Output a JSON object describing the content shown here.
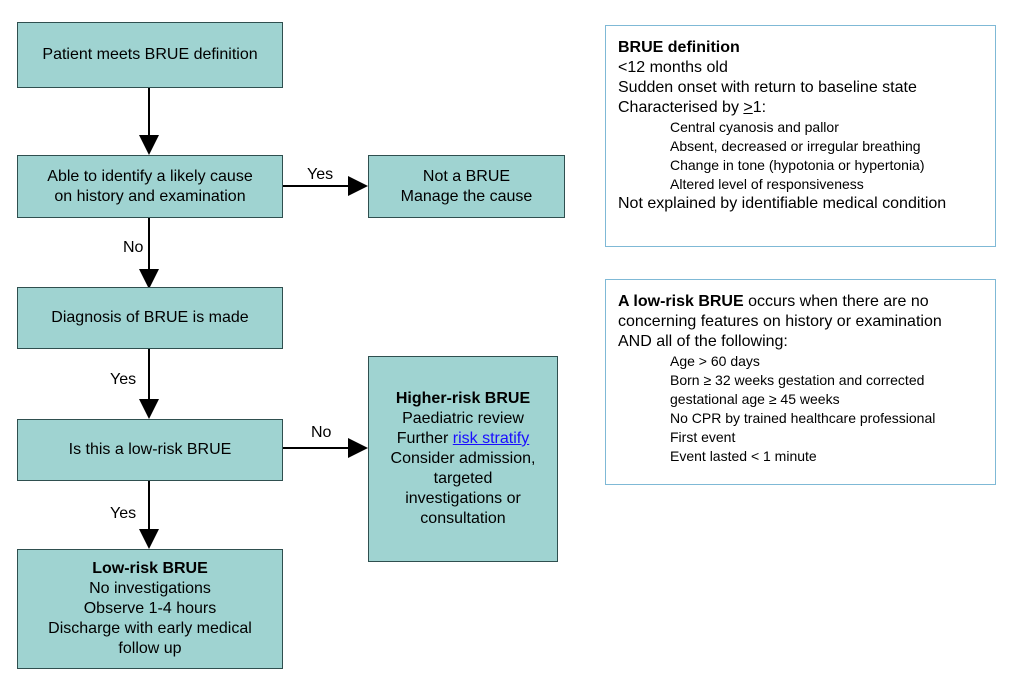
{
  "flow": {
    "start": "Patient meets BRUE definition",
    "identify": [
      "Able to identify a likely cause",
      "on history and examination"
    ],
    "not_brue": [
      "Not a BRUE",
      "Manage the cause"
    ],
    "diagnosis": "Diagnosis of BRUE is made",
    "low_risk_q": "Is this a low-risk BRUE",
    "higher_risk": {
      "title": "Higher-risk BRUE",
      "line1": "Paediatric review",
      "line2_prefix": "Further ",
      "line2_link": "risk stratify",
      "line3": "Consider admission,",
      "line4": "targeted",
      "line5": "investigations or",
      "line6": "consultation"
    },
    "low_risk": {
      "title": "Low-risk BRUE",
      "lines": [
        "No investigations",
        "Observe 1-4 hours",
        "Discharge with early medical",
        "follow up"
      ]
    },
    "labels": {
      "yes1": "Yes",
      "no1": "No",
      "yes2": "Yes",
      "no2": "No",
      "yes3": "Yes"
    }
  },
  "definition": {
    "title": "BRUE definition",
    "line1": "<12 months old",
    "line2": "Sudden onset with return to baseline state",
    "line3_prefix": "Characterised by ",
    "line3_ge": ">",
    "line3_suffix": "1:",
    "items": [
      "Central cyanosis and pallor",
      "Absent, decreased or irregular breathing",
      "Change in tone (hypotonia or hypertonia)",
      "Altered level of responsiveness"
    ],
    "footer": "Not explained by identifiable medical condition"
  },
  "low_risk_def": {
    "title": "A low-risk BRUE",
    "rest1": " occurs when there are no",
    "line2": "concerning features on history or examination",
    "line3": "AND all of the following:",
    "items": [
      "Age > 60 days",
      "Born ≥ 32 weeks gestation and corrected",
      "gestational age ≥ 45 weeks",
      "No CPR by trained healthcare professional",
      "First event",
      "Event lasted < 1 minute"
    ]
  }
}
